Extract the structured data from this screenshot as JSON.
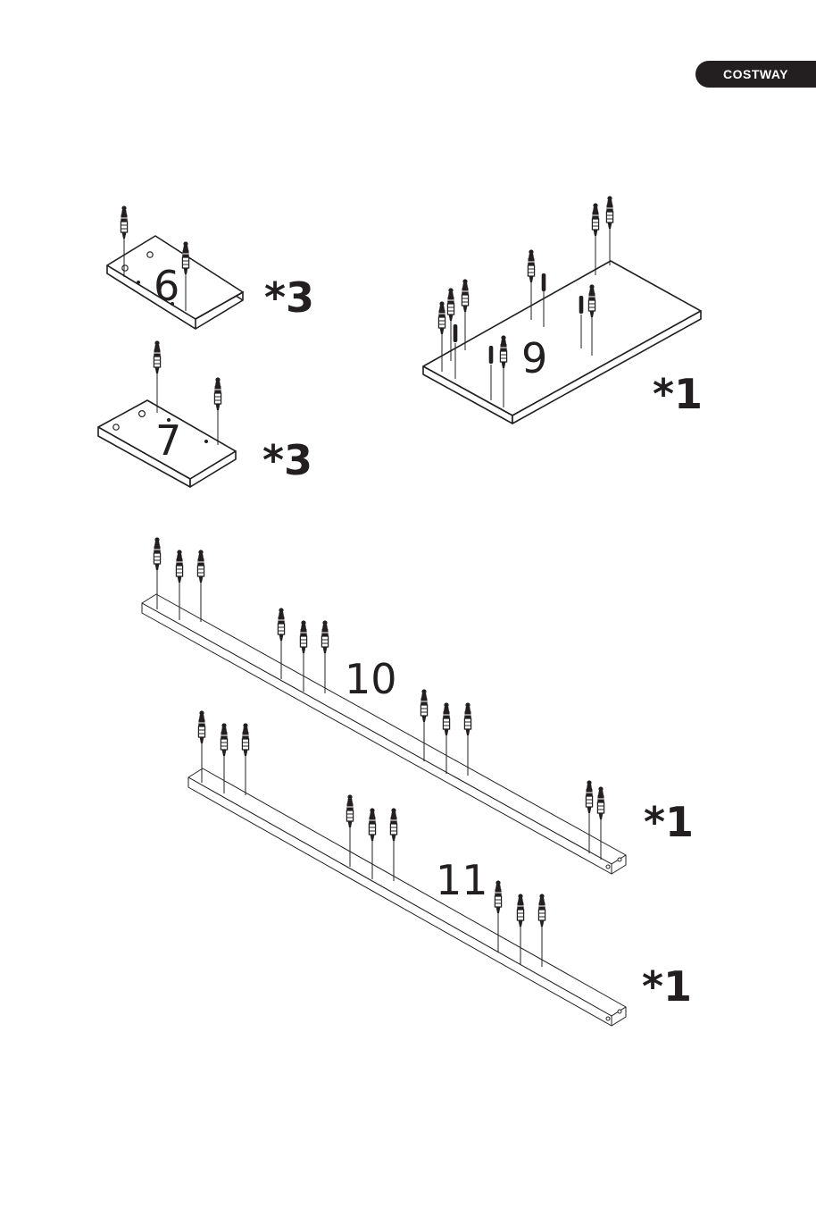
{
  "brand": {
    "logo_text": "COSTWAY"
  },
  "parts": [
    {
      "number": "6",
      "quantity": "*3"
    },
    {
      "number": "7",
      "quantity": "*3"
    },
    {
      "number": "9",
      "quantity": "*1"
    },
    {
      "number": "10",
      "quantity": "*1"
    },
    {
      "number": "11",
      "quantity": "*1"
    }
  ],
  "colors": {
    "ink": "#231f20",
    "background": "#ffffff"
  },
  "icons": [
    "cam-bolt-icon",
    "wooden-dowel-icon"
  ]
}
